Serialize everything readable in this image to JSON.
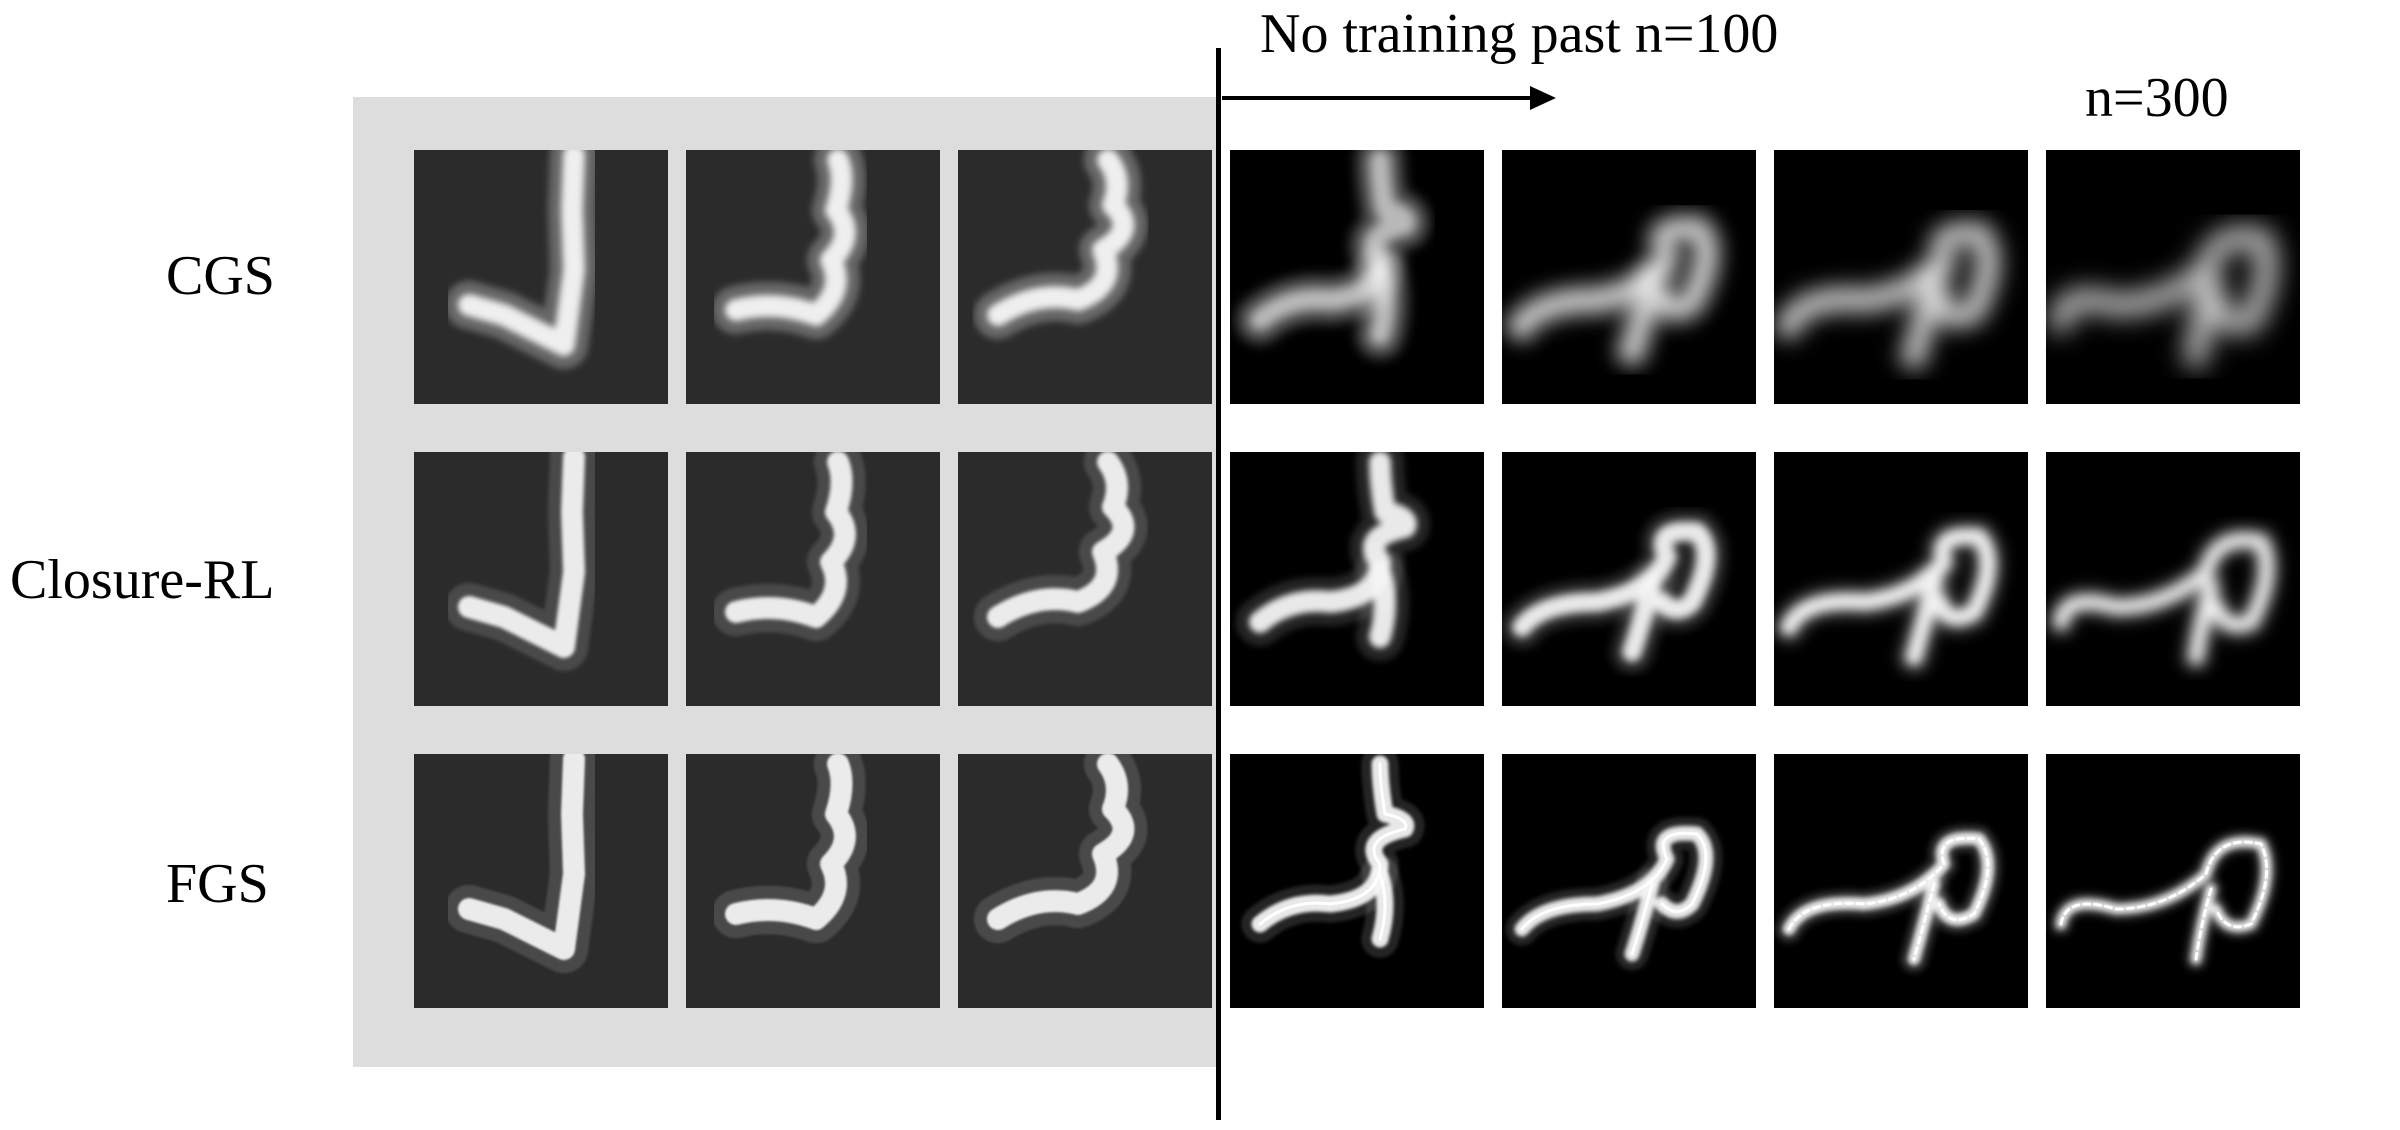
{
  "annotations": {
    "no_training": "No training past n=100",
    "final_step": "n=300"
  },
  "methods": [
    {
      "label": "CGS",
      "style": "blurry"
    },
    {
      "label": "Closure-RL",
      "style": "medium"
    },
    {
      "label": "FGS",
      "style": "sharp"
    }
  ],
  "frames": {
    "trained_count": 3,
    "rollout_count": 4,
    "trained_background": "#2b2b2b",
    "rollout_background": "#000000",
    "trained_region_color": "#dddddd"
  }
}
